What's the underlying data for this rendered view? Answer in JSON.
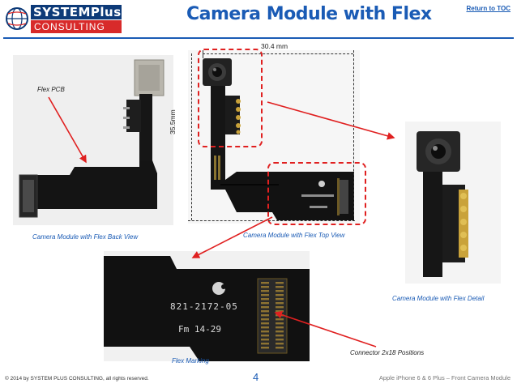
{
  "header": {
    "logo_line1": "SYSTEMPlus",
    "logo_line2": "CONSULTING",
    "title": "Camera Module with Flex",
    "toc_link": "Return to TOC"
  },
  "annotations": {
    "flex_pcb": "Flex PCB",
    "width_dim": "30.4 mm",
    "height_dim": "35.5mm",
    "back_view": "Camera Module with Flex Back View",
    "top_view": "Camera Module with Flex Top View",
    "detail": "Camera Module with Flex Detail",
    "flex_marking": "Flex Marking",
    "connector": "Connector 2x18 Positions"
  },
  "marking": {
    "part_number": "821-2172-05",
    "date_code": "Fm 14-29"
  },
  "footer": {
    "copyright": "© 2014 by SYSTEM PLUS CONSULTING, all rights reserved.",
    "page": "4",
    "product": "Apple iPhone 6  & 6 Plus – Front Camera Module"
  },
  "colors": {
    "accent_blue": "#1a5bb5",
    "highlight_red": "#e02020",
    "flex_black": "#141414",
    "contact_gold": "#c9a23a"
  }
}
